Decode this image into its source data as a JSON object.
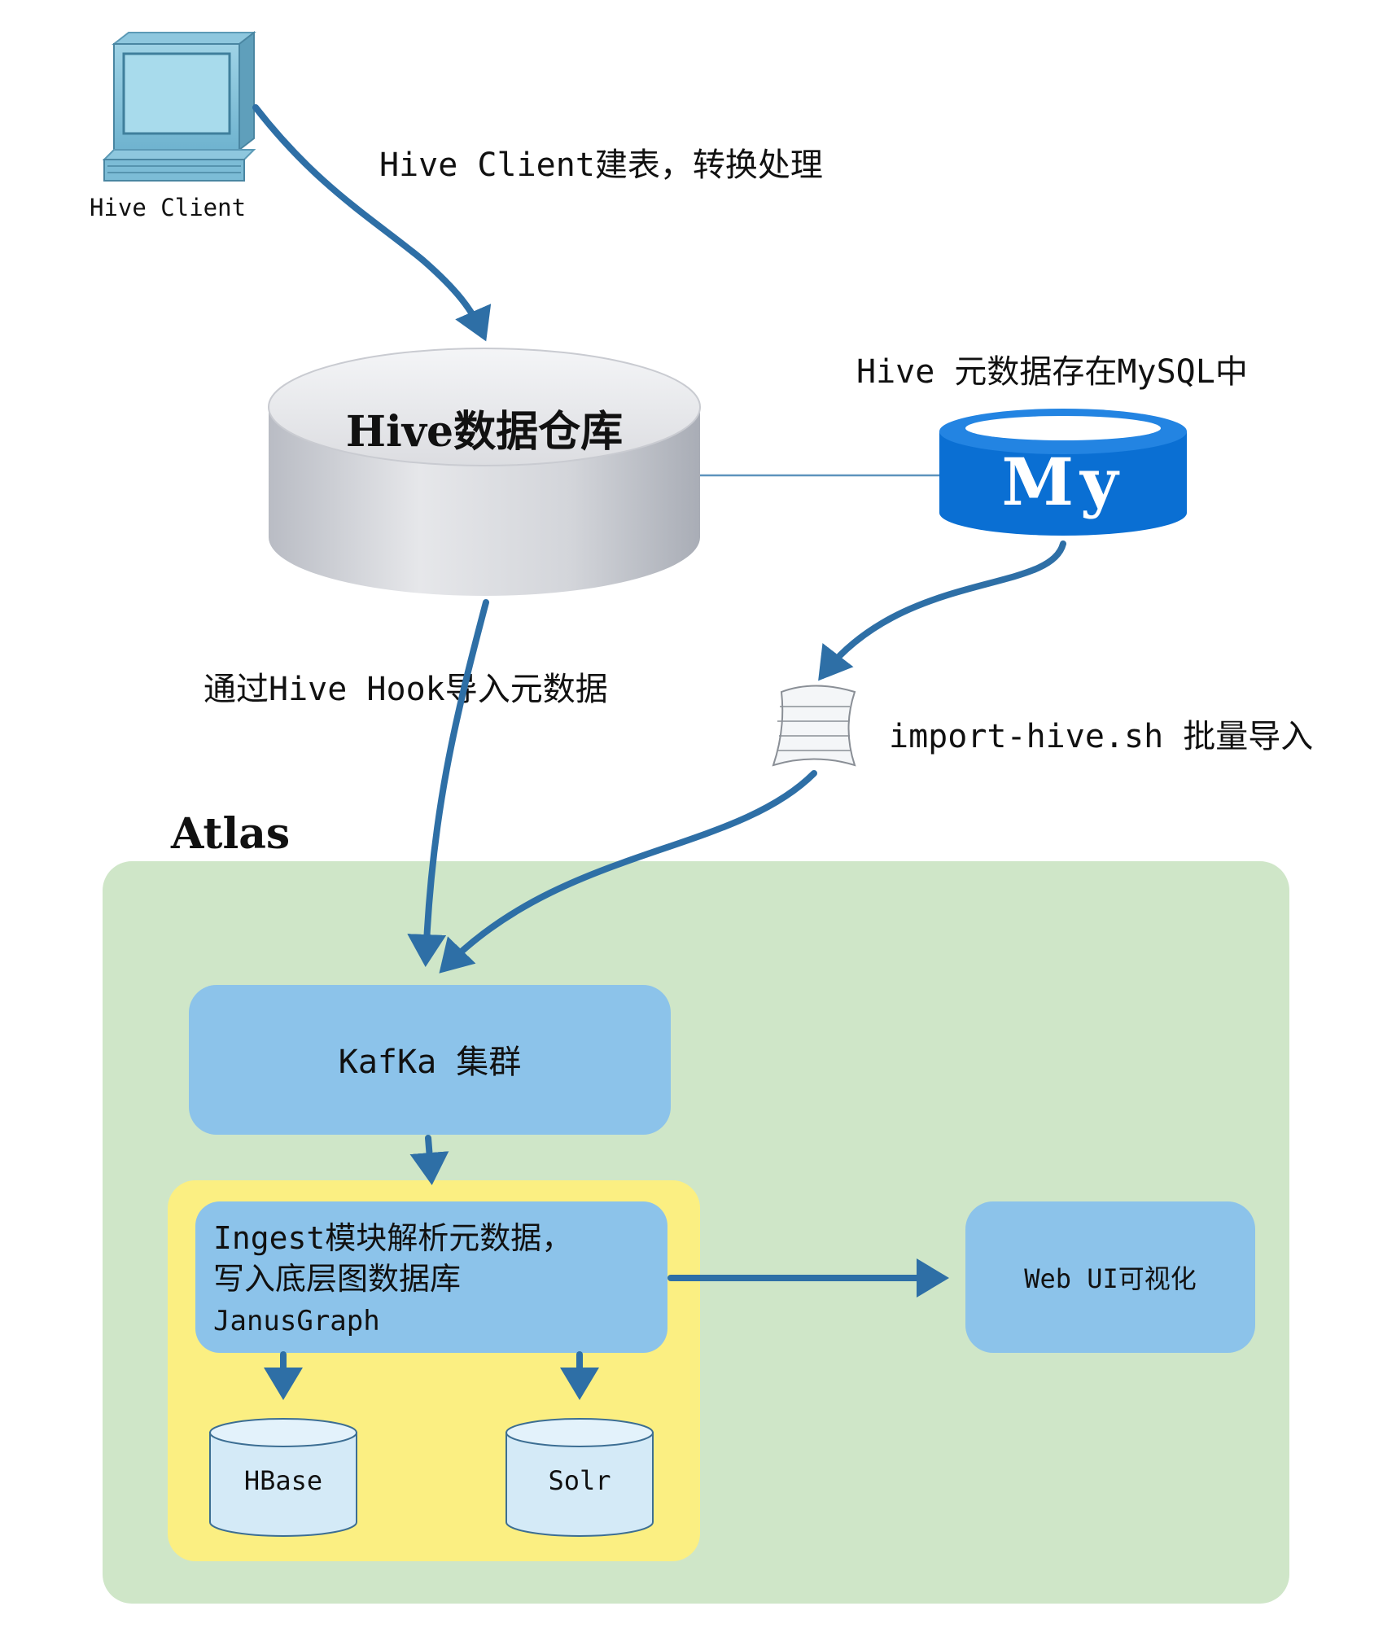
{
  "nodes": {
    "hive_client": {
      "label": "Hive Client"
    },
    "hive_warehouse": {
      "label": "Hive数据仓库"
    },
    "mysql": {
      "caption": "Hive 元数据存在MySQL中",
      "logo_text": "My"
    },
    "import_script": {
      "label": "import-hive.sh 批量导入"
    },
    "atlas": {
      "label": "Atlas"
    },
    "kafka": {
      "label": "KafKa 集群"
    },
    "ingest": {
      "line1": "Ingest模块解析元数据，",
      "line2": "写入底层图数据库",
      "line3": "JanusGraph"
    },
    "hbase": {
      "label": "HBase"
    },
    "solr": {
      "label": "Solr"
    },
    "web_ui": {
      "label": "Web UI可视化"
    }
  },
  "edges": {
    "client_to_hive": {
      "label": "Hive Client建表，转换处理"
    },
    "hive_hook": {
      "label": "通过Hive Hook导入元数据"
    }
  },
  "colors": {
    "arrow": "#2e6fa6",
    "atlas_bg": "#cfe6c8",
    "kafka_box": "#8cc3ea",
    "ingest_bg": "#fbef82",
    "mysql_blue": "#0a6fd3",
    "storage_fill": "#d4eaf7"
  }
}
